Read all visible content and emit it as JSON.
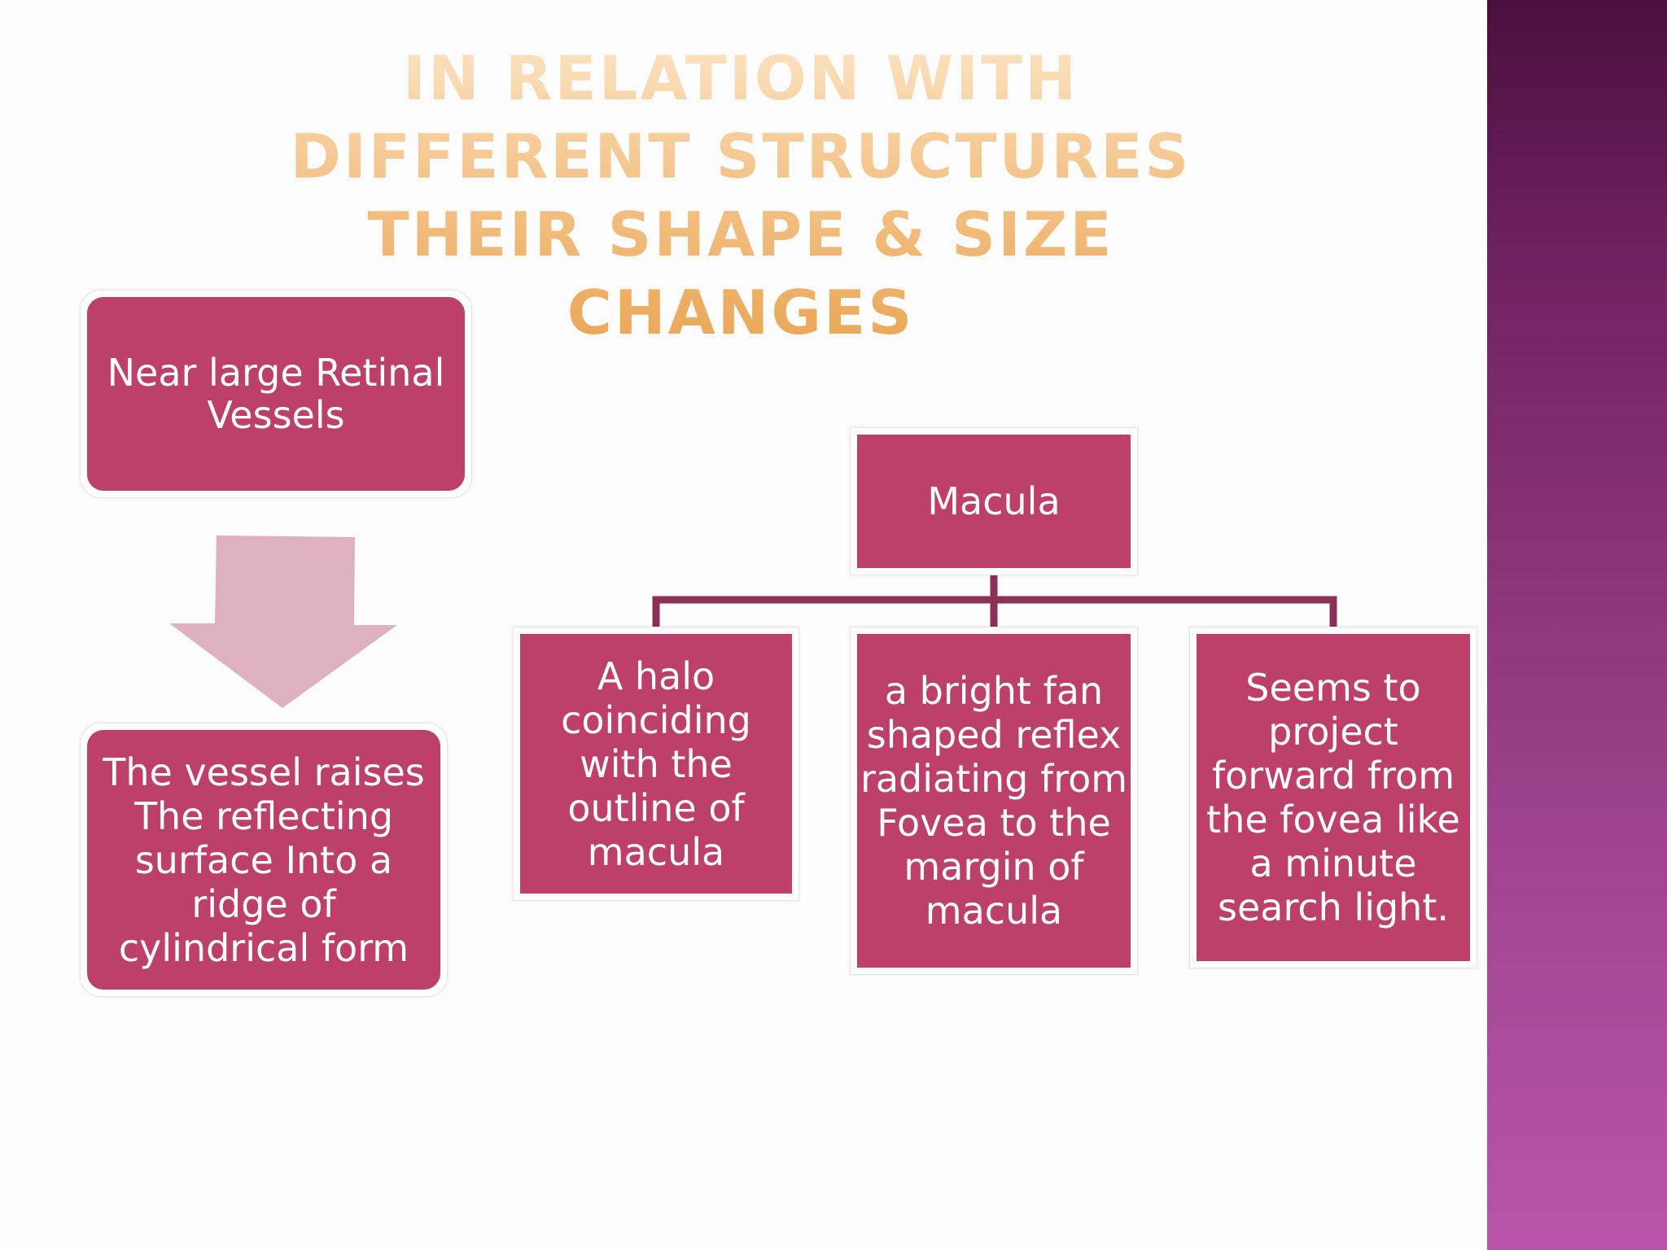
{
  "slide": {
    "title": "In relation with different structures their shape & size changes"
  },
  "left_flow": {
    "top_box": "Near large Retinal Vessels",
    "bottom_box": "The vessel raises The reflecting surface Into a ridge of cylindrical form"
  },
  "hierarchy": {
    "root": "Macula",
    "children": [
      "A halo coinciding with the outline of macula",
      "a bright fan shaped reflex radiating from Fovea to the margin of macula",
      "Seems to project forward from the fovea like a minute search light."
    ]
  },
  "colors": {
    "box_fill": "#bc406a",
    "box_text": "#ffffff",
    "connector": "#8d2f59",
    "arrow_fill": "#ddb1bf",
    "title_gradient_top": "#fbe3c3",
    "title_gradient_bottom": "#eaa554",
    "side_band_top": "#4a0f3d",
    "side_band_bottom": "#b855a8"
  },
  "icons": {
    "flow_arrow": "down-arrow-icon"
  }
}
